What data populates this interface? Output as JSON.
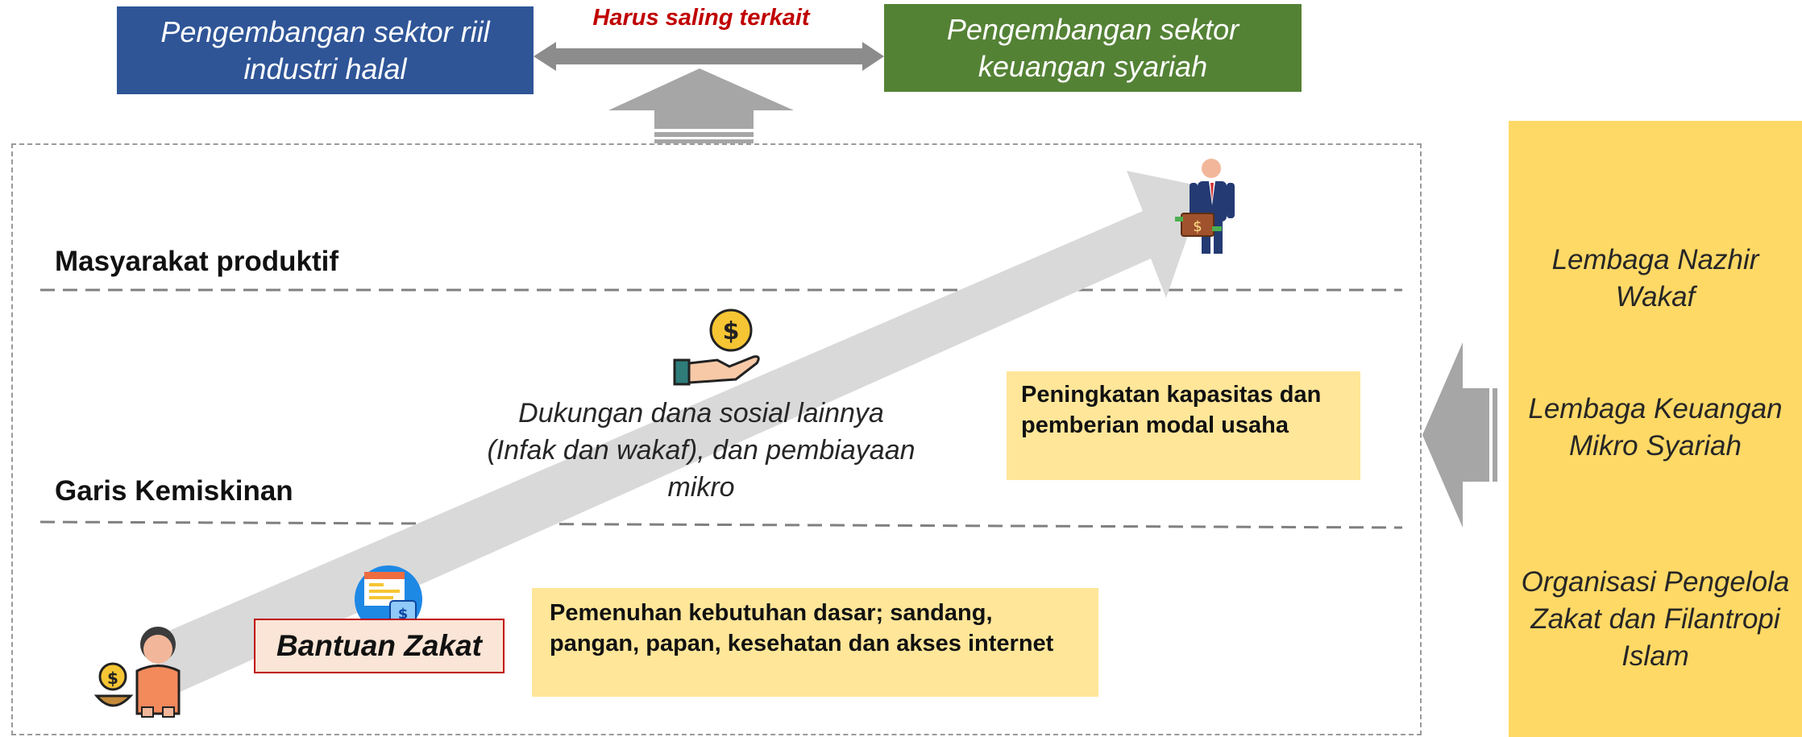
{
  "top": {
    "left_box": "Pengembangan sektor riil industri halal",
    "right_box": "Pengembangan sektor keuangan syariah",
    "link_label": "Harus saling terkait"
  },
  "levels": {
    "productive": "Masyarakat produktif",
    "poverty_line": "Garis Kemiskinan"
  },
  "support_text": "Dukungan dana sosial lainnya (Infak dan wakaf), dan pembiayaan mikro",
  "notes": {
    "capacity": "Peningkatan kapasitas dan pemberian modal usaha",
    "basic_needs": "Pemenuhan kebutuhan dasar; sandang, pangan, papan, kesehatan dan akses internet"
  },
  "zakat_label": "Bantuan Zakat",
  "institutions": [
    "Lembaga Nazhir Wakaf",
    "Lembaga Keuangan Mikro Syariah",
    "Organisasi Pengelola Zakat dan Filantropi Islam"
  ],
  "icons": {
    "institution": "bank-building-icon",
    "hand_money": "hand-coin-icon",
    "businessman": "businessman-icon",
    "poor_person": "poor-person-icon",
    "zakat": "zakat-app-icon"
  },
  "colors": {
    "blue": "#2f5597",
    "green": "#548235",
    "red": "#c00000",
    "yellow_panel": "#ffd966",
    "yellow_note": "#ffe699",
    "zakat_fill": "#fbe5d6"
  }
}
